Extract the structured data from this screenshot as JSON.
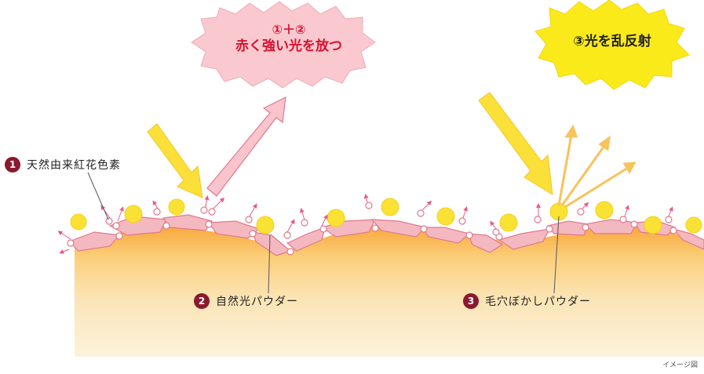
{
  "labels": {
    "item1": {
      "num": "1",
      "text": "天然由来紅花色素"
    },
    "item2": {
      "num": "2",
      "text": "自然光パウダー"
    },
    "item3": {
      "num": "3",
      "text": "毛穴ぼかしパウダー"
    }
  },
  "bursts": {
    "red": {
      "line1": "①＋②",
      "line2": "赤く強い光を放つ"
    },
    "yellow": {
      "text": "③光を乱反射"
    }
  },
  "note": "イメージ図",
  "colors": {
    "accent_dark_red": "#8b1a2e",
    "burst_pink": "#f9c9cf",
    "burst_red_text": "#d8112f",
    "burst_yellow": "#fbea1a",
    "skin_top": "#f8a83a",
    "skin_bottom": "#fbf0d8",
    "particle_pink": "#f4b4bd",
    "particle_yellow": "#f9e33a",
    "arrow_yellow": "#fbe03a",
    "arrow_orange": "#f8c35a"
  }
}
